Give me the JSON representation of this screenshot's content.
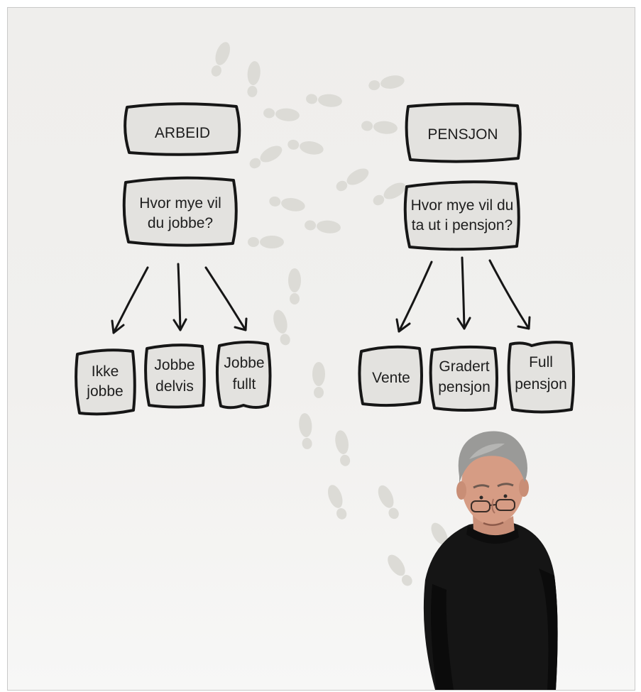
{
  "left_branch": {
    "heading": "ARBEID",
    "question": [
      "Hvor mye vil",
      "du jobbe?"
    ],
    "options": [
      [
        "Ikke",
        "jobbe"
      ],
      [
        "Jobbe",
        "delvis"
      ],
      [
        "Jobbe",
        "fullt"
      ]
    ]
  },
  "right_branch": {
    "heading": "PENSJON",
    "question": [
      "Hvor mye vil du",
      "ta ut i pensjon?"
    ],
    "options": [
      [
        "Vente"
      ],
      [
        "Gradert",
        "pensjon"
      ],
      [
        "Full",
        "pensjon"
      ]
    ]
  },
  "icons": {
    "footprints": "footprints-icon",
    "person": "man-with-glasses-photo"
  },
  "colors": {
    "box_fill": "#e3e2df",
    "outline": "#161616",
    "footprint": "#dcdbd6",
    "background": "#efeeec"
  }
}
